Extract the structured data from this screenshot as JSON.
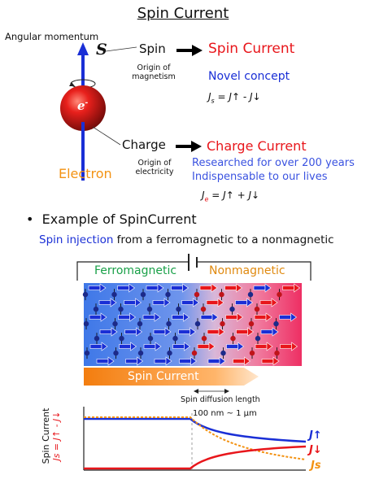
{
  "title": "Spin Current",
  "electron": {
    "angular_momentum": "Angular momentum",
    "s_symbol": "S",
    "e_symbol": "e",
    "e_charge": "-",
    "label": "Electron"
  },
  "spin": {
    "label": "Spin",
    "origin_line1": "Origin of",
    "origin_line2": "magnetism",
    "result": "Spin Current",
    "note": "Novel concept",
    "eq_lhs": "J",
    "eq_lhs_sub": "s",
    "eq_rhs": "= J↑ - J↓"
  },
  "charge": {
    "label": "Charge",
    "origin_line1": "Origin of",
    "origin_line2": "electricity",
    "result": "Charge Current",
    "note_line1": "Researched for over 200 years",
    "note_line2": "Indispensable to our lives",
    "eq_lhs": "J",
    "eq_lhs_sub": "e",
    "eq_rhs": "= J↑ + J↓"
  },
  "example": {
    "bullet": "•",
    "heading": "Example of SpinCurrent",
    "subtitle_highlight": "Spin injection",
    "subtitle_rest": " from a ferromagnetic to a nonmagnetic"
  },
  "device": {
    "ferro_label": "Ferromagnetic",
    "nonmag_label": "Nonmagnetic",
    "arrow_label": "Spin Current",
    "ferro_color": "#3a7ef0",
    "nonmag_color": "#ef3f70"
  },
  "graph": {
    "diffusion_label": "Spin diffusion length",
    "diffusion_range": "100 nm ~ 1 µm",
    "ylabel_line1": "Spin Current",
    "ylabel_line2": "Js = J↑ - J↓",
    "legend_up": "J↑",
    "legend_down": "J↓",
    "legend_s": "Js",
    "color_up": "#1a2fd6",
    "color_down": "#e8161b",
    "color_s": "#f39212"
  }
}
